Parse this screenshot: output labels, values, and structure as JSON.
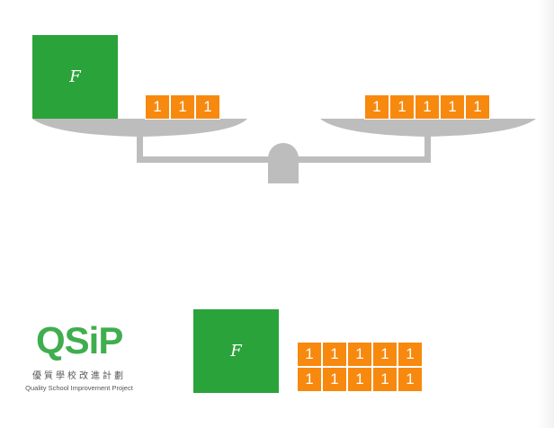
{
  "top_scale": {
    "left_pan": {
      "box_label": "F",
      "unit_labels": [
        "1",
        "1",
        "1"
      ]
    },
    "right_pan": {
      "unit_labels": [
        "1",
        "1",
        "1",
        "1",
        "1"
      ]
    }
  },
  "bottom_equation": {
    "box_label": "F",
    "unit_rows": [
      [
        "1",
        "1",
        "1",
        "1",
        "1"
      ],
      [
        "1",
        "1",
        "1",
        "1",
        "1"
      ]
    ]
  },
  "logo": {
    "mark": "QSiP",
    "chinese": "優質學校改進計劃",
    "english": "Quality School Improvement Project"
  },
  "colors": {
    "box_green": "#2aa33a",
    "unit_orange": "#f7890f",
    "scale_gray": "#bdbdbd",
    "logo_green": "#3fae4e"
  }
}
